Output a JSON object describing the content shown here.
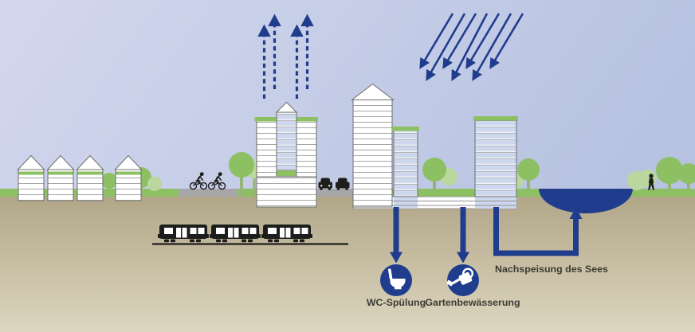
{
  "labels": {
    "wc_flushing": "WC-Spülung",
    "garden_irrigation": "Gartenbewässerung",
    "lake_replenishment": "Nachspeisung des Sees"
  },
  "colors": {
    "navy": "#203c8c",
    "sky-light": "#d3d7ee",
    "sky-dark": "#b6c2e0",
    "ground-top": "#b1a688",
    "ground-bottom": "#ddd6bf",
    "grass": "#8cc063",
    "bush-light": "#bad89d",
    "road": "#a7a7a9",
    "building-outline": "#6d6d6d",
    "stripe-line": "#909090",
    "building-blue": "#cdd7ed",
    "building-blue-light": "#eef2f9",
    "trunk": "#94b577",
    "black": "#1d1d1b",
    "text": "#3c3c34",
    "white": "#ffffff"
  },
  "icons": {
    "evaporation-arrows-icon": "dashed-arrows-up",
    "rain-arrows-icon": "diagonal-arrows-down",
    "house-icon": "gabled-house",
    "tree-icon": "round-tree",
    "cyclist-icon": "bicycle-rider",
    "car-icon": "car-silhouette",
    "train-icon": "three-car-train",
    "pedestrian-icon": "walking-person",
    "lake-icon": "water-basin",
    "pipe-arrow-icon": "navy-pipe-arrow",
    "wc-icon": "toilet-in-circle",
    "watering-can-icon": "watering-can-in-circle"
  }
}
